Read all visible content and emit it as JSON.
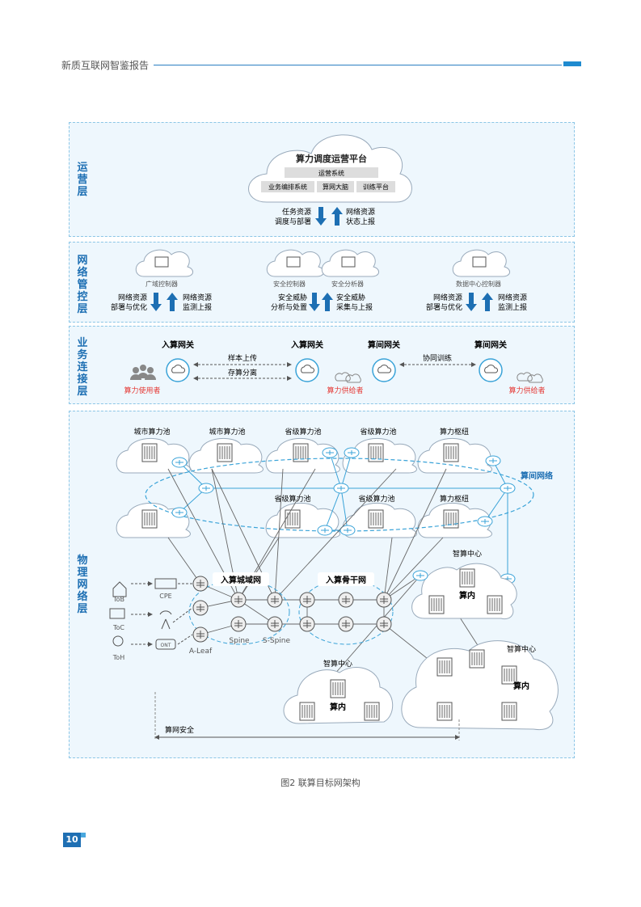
{
  "header": {
    "title": "新质互联网智鉴报告"
  },
  "layers": {
    "ops": {
      "label": "运营层",
      "platform": "算力调度运营平台",
      "ops_system": "运营系统",
      "modules": [
        "业务编排系统",
        "算网大脑",
        "训练平台"
      ],
      "down_text": [
        "任务资源",
        "调度与部署"
      ],
      "up_text": [
        "网络资源",
        "状态上报"
      ]
    },
    "control": {
      "label": "网络管控层",
      "wan": {
        "name": "广域控制器",
        "down": [
          "网络资源",
          "部署与优化"
        ],
        "up": [
          "网络资源",
          "监测上报"
        ]
      },
      "security": {
        "name1": "安全控制器",
        "name2": "安全分析器",
        "down": [
          "安全威胁",
          "分析与处置"
        ],
        "up": [
          "安全威胁",
          "采集与上报"
        ]
      },
      "dc": {
        "name": "数据中心控制器",
        "down": [
          "网络资源",
          "部署与优化"
        ],
        "up": [
          "网络资源",
          "监测上报"
        ]
      }
    },
    "service": {
      "label": "业务连接层",
      "gateways": [
        "入算网关",
        "入算网关",
        "算间网关",
        "算间网关"
      ],
      "arrows": [
        "样本上传",
        "存算分离",
        "协同训练"
      ],
      "roles": [
        "算力使用者",
        "算力供给者",
        "算力供给者"
      ]
    },
    "physical": {
      "label": "物理网络层",
      "pools_top": [
        "城市算力池",
        "城市算力池",
        "省级算力池",
        "省级算力池",
        "算力枢纽"
      ],
      "pools_mid": [
        "省级算力池",
        "省级算力池",
        "算力枢纽"
      ],
      "inter_dc": "算间网络",
      "metro": "入算城域网",
      "backbone": "入算骨干网",
      "smart_center": "智算中心",
      "inside": "算内",
      "access": [
        "ToB",
        "ToC",
        "ToH"
      ],
      "cpe": "CPE",
      "ont": "ONT",
      "leaf": "A-Leaf",
      "spine": "Spine",
      "sspine": "S-Spine",
      "security": "算网安全"
    }
  },
  "caption": "图2    联算目标网架构",
  "page_number": "10",
  "colors": {
    "accent": "#1d6fb3",
    "line": "#3aa3d8",
    "red": "#e53935"
  }
}
